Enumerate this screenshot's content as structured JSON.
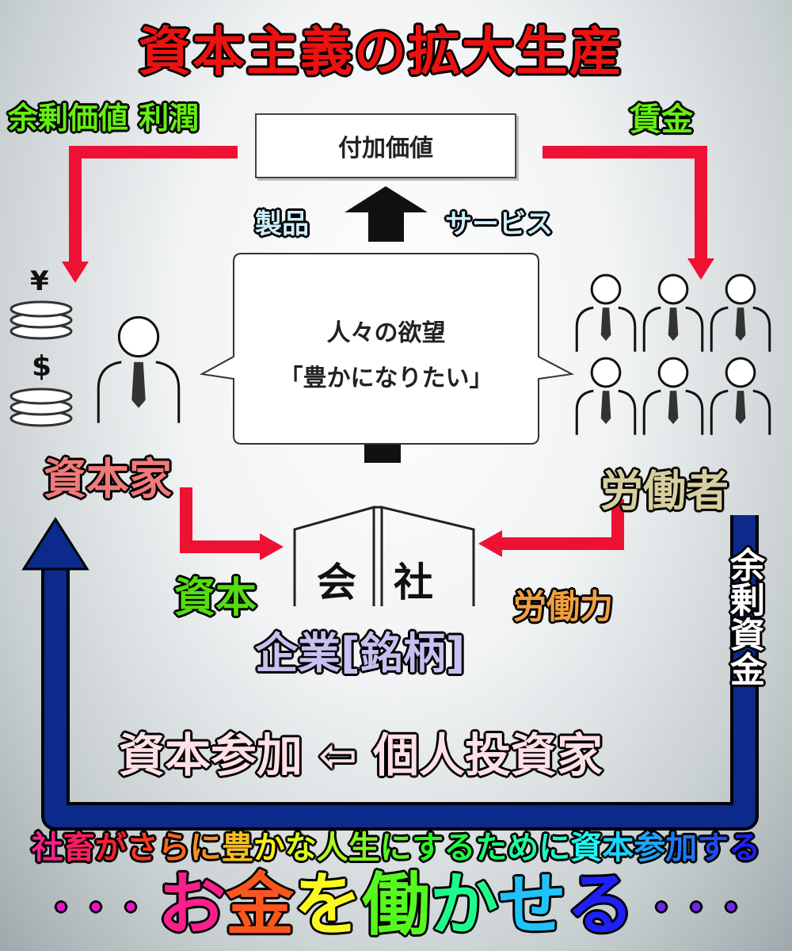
{
  "title": "資本主義の拡大生産",
  "labels": {
    "surplus_value": "余剰価値 利潤",
    "wages": "賃金",
    "value_added": "付加価値",
    "products": "製品",
    "services": "サービス",
    "desire_line1": "人々の欲望",
    "desire_line2": "「豊かになりたい」",
    "yen": "¥",
    "dollar": "$",
    "capitalist": "資本家",
    "worker": "労働者",
    "capital": "資本",
    "labor": "労働力",
    "company_1": "会",
    "company_2": "社",
    "enterprise": "企業[銘柄]",
    "surplus_funds": "余剰資金",
    "investment": "資本参加 ⇦ 個人投資家",
    "slogan": "社畜がさらに豊かな人生にするために資本参加する",
    "dots_left": "・・・",
    "main_slogan": "お金を働かせる",
    "dots_right": "・・・"
  },
  "colors": {
    "title": "#ee1111",
    "green": "#44dd00",
    "arrow_red": "#ee1133",
    "arrow_blue": "#0b2a8c",
    "capitalist": "#f07a7a",
    "worker": "#d8cfa0",
    "enterprise": "#c8c0f0",
    "labor": "#f0a040"
  }
}
